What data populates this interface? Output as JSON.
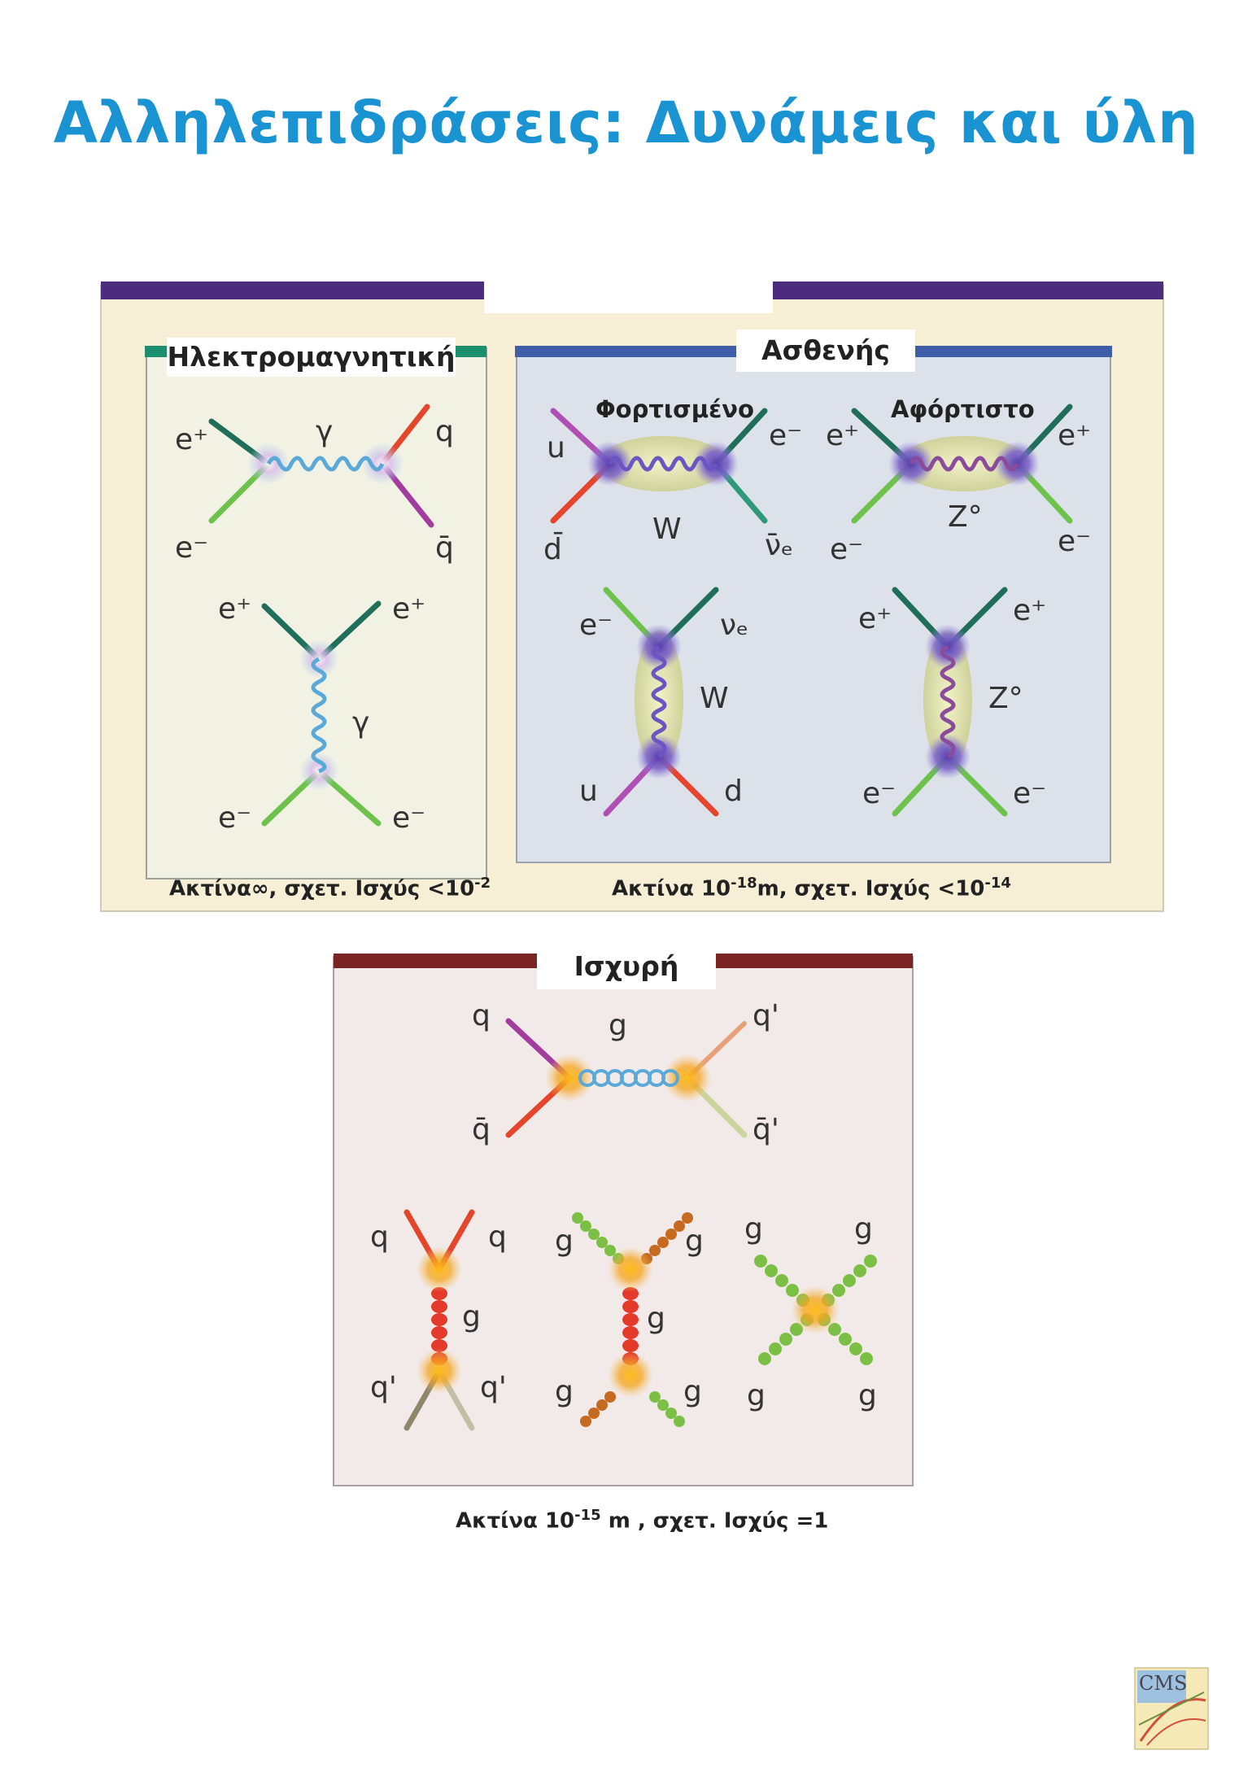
{
  "title": "Αλληλεπιδράσεις: Δυνάμεις και ύλη",
  "panels": {
    "em": {
      "label": "Ηλεκτρομαγνητική",
      "diagram1": {
        "top_left": "e⁺",
        "bottom_left": "e⁻",
        "top_right": "q",
        "bottom_right": "q̄",
        "boson": "γ"
      },
      "diagram2": {
        "top_left": "e⁺",
        "top_right": "e⁺",
        "bottom_left": "e⁻",
        "bottom_right": "e⁻",
        "boson": "γ"
      },
      "caption": {
        "text": "Ακτίνα∞, σχετ. Ισχύς <10",
        "exp": "-2"
      }
    },
    "weak": {
      "label": "Ασθενής",
      "charged": "Φορτισμένο",
      "neutral": "Αφόρτιστο",
      "d1": {
        "top_left": "u",
        "bottom_left": "d̄",
        "top_right": "e⁻",
        "bottom_right": "ν̄ₑ",
        "boson": "W"
      },
      "d2": {
        "top_left": "e⁺",
        "bottom_left": "e⁻",
        "top_right": "e⁺",
        "bottom_right": "e⁻",
        "boson": "Z°"
      },
      "d3": {
        "top_left": "e⁻",
        "top_right": "νₑ",
        "bottom_left": "u",
        "bottom_right": "d",
        "boson": "W"
      },
      "d4": {
        "top_left": "e⁺",
        "top_right": "e⁺",
        "bottom_left": "e⁻",
        "bottom_right": "e⁻",
        "boson": "Z°"
      },
      "caption": {
        "pre": "Ακτίνα 10",
        "exp1": "-18",
        "mid": "m, σχετ. Ισχύς <10",
        "exp2": "-14"
      }
    },
    "strong": {
      "label": "Ισχυρή",
      "d1": {
        "top_left": "q",
        "bottom_left": "q̄",
        "top_right": "q'",
        "bottom_right": "q̄'",
        "boson": "g"
      },
      "d2": {
        "top_left": "q",
        "top_right": "q",
        "bottom_left": "q'",
        "bottom_right": "q'",
        "boson": "g"
      },
      "d3": {
        "top_left": "g",
        "top_right": "g",
        "bottom_left": "g",
        "bottom_right": "g",
        "boson": "g"
      },
      "d4": {
        "top_left": "g",
        "top_right": "g",
        "bottom_left": "g",
        "bottom_right": "g"
      },
      "caption": {
        "pre": "Ακτίνα 10",
        "exp": "-15",
        "post": "m , σχετ. Ισχύς =1"
      }
    }
  },
  "logo": "CMS",
  "colors": {
    "title": "#1a93d3",
    "topbar": "#4b2c7d",
    "embar": "#1b8f6e",
    "weakbar": "#3e5fa8",
    "strongbar": "#7a2424",
    "outer": "#f6efd6",
    "em_bg": "#f2f2e4",
    "weak_bg": "#dde2ea",
    "strong_bg": "#f2eae8"
  }
}
